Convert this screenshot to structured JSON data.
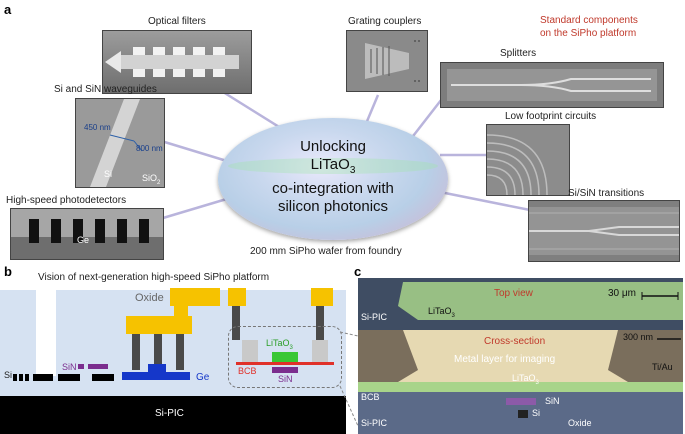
{
  "panel_a": {
    "letter": "a",
    "standard_components": "Standard components\non the SiPho platform",
    "wafer_title_1": "Unlocking",
    "wafer_title_2_main": "LiTaO",
    "wafer_title_2_sub": "3",
    "wafer_title_3": "co-integration with",
    "wafer_title_4": "silicon photonics",
    "wafer_caption": "200 mm SiPho wafer from foundry",
    "components": {
      "optical_filters": "Optical filters",
      "grating_couplers": "Grating couplers",
      "splitters": "Splitters",
      "waveguides": "Si and SiN waveguides",
      "low_footprint": "Low footprint circuits",
      "transitions": "Si/SiN transitions",
      "photodetectors": "High-speed photodetectors"
    },
    "waveguide_labels": {
      "w1": "450 nm",
      "w2": "800 nm",
      "si": "Si",
      "sio2_main": "SiO",
      "sio2_sub": "2"
    },
    "pd_label": "Ge"
  },
  "panel_b": {
    "letter": "b",
    "title": "Vision of next-generation high-speed SiPho platform",
    "oxide": "Oxide",
    "si": "Si",
    "sin": "SiN",
    "ge": "Ge",
    "litao_main": "LiTaO",
    "litao_sub": "3",
    "bcb": "BCB",
    "sin2": "SiN",
    "sipic": "Si-PIC"
  },
  "panel_c": {
    "letter": "c",
    "top_view": "Top view",
    "scale1": "30 μm",
    "sipic1": "Si-PIC",
    "litao_main": "LiTaO",
    "litao_sub": "3",
    "cross_section": "Cross-section",
    "scale2": "300 nm",
    "metal_layer": "Metal layer for imaging",
    "tiau": "Ti/Au",
    "litao2_main": "LiTaO",
    "litao2_sub": "3",
    "bcb": "BCB",
    "sin": "SiN",
    "si": "Si",
    "sipic2": "Si-PIC",
    "oxide": "Oxide"
  },
  "colors": {
    "oxide_blue": "#d6e2f2",
    "gold": "#f6c200",
    "ge_blue": "#1537c9",
    "purple": "#7b2d8e",
    "green": "#39c734",
    "red_line": "#e0312a",
    "litao_green": "#a8d48a"
  }
}
